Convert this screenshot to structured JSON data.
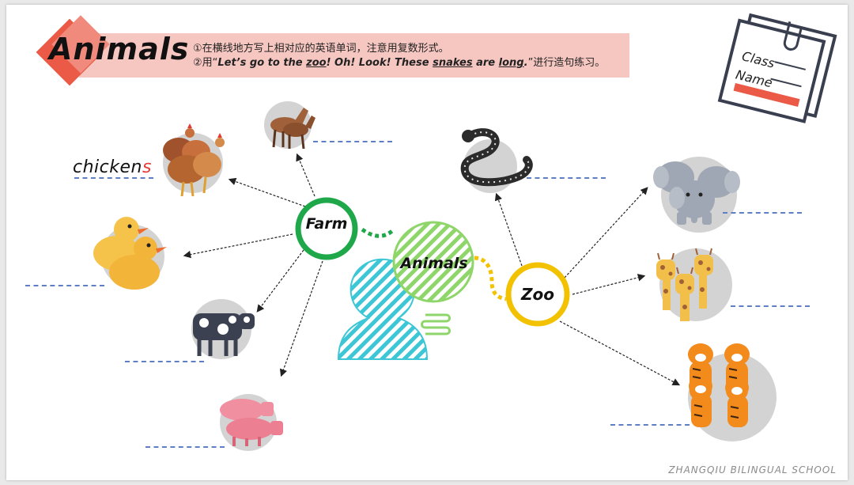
{
  "title": "Animals",
  "instructions": {
    "line1": "①在横线地方写上相对应的英语单词，注意用复数形式。",
    "line2_prefix": "②用“",
    "line2_s1": "Let’s go to the ",
    "line2_w1": "zoo",
    "line2_s2": "! Oh! Look! These ",
    "line2_w2": "snakes",
    "line2_s3": " are ",
    "line2_w3": "long",
    "line2_s4": ".",
    "line2_suffix": "”进行造句练习。"
  },
  "card": {
    "class_label": "Class",
    "name_label": "Name"
  },
  "example_word": {
    "base": "chicken",
    "suffix": "s"
  },
  "hubs": {
    "farm": "Farm",
    "center": "Animals",
    "zoo": "Zoo"
  },
  "farm_animals": [
    "chicken-icon",
    "duck-icon",
    "horse-icon",
    "cow-icon",
    "pig-icon"
  ],
  "zoo_animals": [
    "snake-icon",
    "elephant-icon",
    "giraffe-icon",
    "tiger-icon"
  ],
  "colors": {
    "farm": "#1fa84a",
    "zoo": "#f2c200",
    "center": "#8ed66a",
    "head": "#3cc6d6",
    "accent": "#ea5a47",
    "banner": "#f6c7c1"
  },
  "footer": "ZHANGQIU BILINGUAL SCHOOL"
}
